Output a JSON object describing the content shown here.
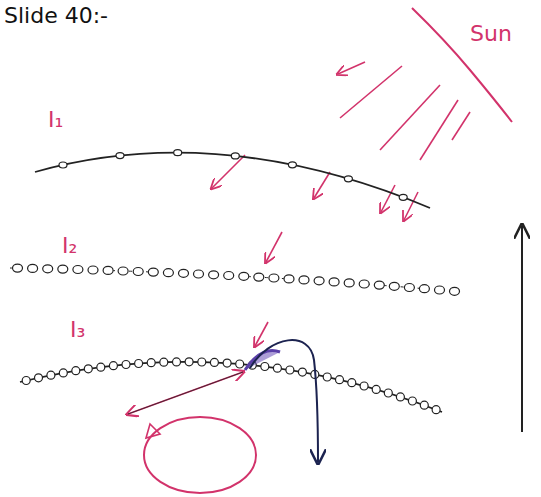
{
  "diagram": {
    "title": "Slide 40:-",
    "labels": [
      "Sun",
      "I₁",
      "I₂",
      "I₃"
    ]
  }
}
